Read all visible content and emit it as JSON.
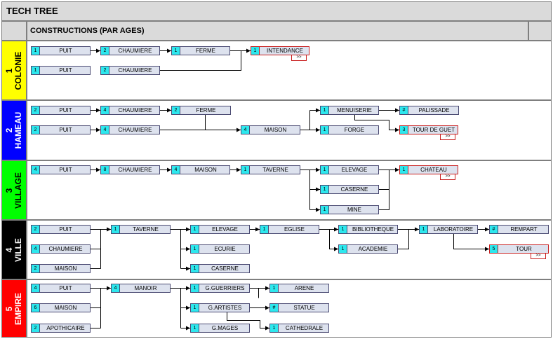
{
  "title": "TECH TREE",
  "subtitle": "CONSTRUCTIONS (PAR AGES)",
  "more_label": ">>",
  "colors": {
    "yellow": "#ffff00",
    "blue": "#0000ff",
    "green": "#00ff00",
    "black": "#000000",
    "red": "#ff0000"
  },
  "ages": [
    {
      "num": "1",
      "name": "COLONIE",
      "color": "#ffff00",
      "text_color": "#000000"
    },
    {
      "num": "2",
      "name": "HAMEAU",
      "color": "#0000ff",
      "text_color": "#ffffff"
    },
    {
      "num": "3",
      "name": "VILLAGE",
      "color": "#00ff00",
      "text_color": "#000000"
    },
    {
      "num": "4",
      "name": "VILLE",
      "color": "#000000",
      "text_color": "#ffffff"
    },
    {
      "num": "5",
      "name": "EMPIRE",
      "color": "#ff0000",
      "text_color": "#ffffff"
    }
  ],
  "nodes": {
    "n1a": {
      "count": "1",
      "label": "PUIT"
    },
    "n1b": {
      "count": "2",
      "label": "CHAUMIERE"
    },
    "n1c": {
      "count": "1",
      "label": "FERME"
    },
    "n1d": {
      "count": "1",
      "label": "INTENDANCE"
    },
    "n1e": {
      "count": "1",
      "label": "PUIT"
    },
    "n1f": {
      "count": "2",
      "label": "CHAUMIERE"
    },
    "n2a": {
      "count": "2",
      "label": "PUIT"
    },
    "n2b": {
      "count": "4",
      "label": "CHAUMIERE"
    },
    "n2c": {
      "count": "2",
      "label": "FERME"
    },
    "n2d": {
      "count": "1",
      "label": "MENUISERIE"
    },
    "n2e": {
      "count": "#",
      "label": "PALISSADE"
    },
    "n2f": {
      "count": "2",
      "label": "PUIT"
    },
    "n2g": {
      "count": "4",
      "label": "CHAUMIERE"
    },
    "n2h": {
      "count": "4",
      "label": "MAISON"
    },
    "n2i": {
      "count": "1",
      "label": "FORGE"
    },
    "n2j": {
      "count": "3",
      "label": "TOUR DE GUET"
    },
    "n3a": {
      "count": "4",
      "label": "PUIT"
    },
    "n3b": {
      "count": "8",
      "label": "CHAUMIERE"
    },
    "n3c": {
      "count": "4",
      "label": "MAISON"
    },
    "n3d": {
      "count": "1",
      "label": "TAVERNE"
    },
    "n3e": {
      "count": "1",
      "label": "ELEVAGE"
    },
    "n3f": {
      "count": "1",
      "label": "CHATEAU"
    },
    "n3g": {
      "count": "1",
      "label": "CASERNE"
    },
    "n3h": {
      "count": "1",
      "label": "MINE"
    },
    "n4a": {
      "count": "2",
      "label": "PUIT"
    },
    "n4b": {
      "count": "1",
      "label": "TAVERNE"
    },
    "n4c": {
      "count": "1",
      "label": "ELEVAGE"
    },
    "n4d": {
      "count": "1",
      "label": "EGLISE"
    },
    "n4e": {
      "count": "1",
      "label": "BIBLIOTHEQUE"
    },
    "n4f": {
      "count": "1",
      "label": "LABORATOIRE"
    },
    "n4g": {
      "count": "#",
      "label": "REMPART"
    },
    "n4h": {
      "count": "4",
      "label": "CHAUMIERE"
    },
    "n4i": {
      "count": "1",
      "label": "ECURIE"
    },
    "n4j": {
      "count": "1",
      "label": "ACADEMIE"
    },
    "n4k": {
      "count": "5",
      "label": "TOUR"
    },
    "n4l": {
      "count": "2",
      "label": "MAISON"
    },
    "n4m": {
      "count": "1",
      "label": "CASERNE"
    },
    "n5a": {
      "count": "4",
      "label": "PUIT"
    },
    "n5b": {
      "count": "4",
      "label": "MANOIR"
    },
    "n5c": {
      "count": "1",
      "label": "G.GUERRIERS"
    },
    "n5d": {
      "count": "1",
      "label": "ARENE"
    },
    "n5e": {
      "count": "6",
      "label": "MAISON"
    },
    "n5f": {
      "count": "1",
      "label": "G.ARTISTES"
    },
    "n5g": {
      "count": "#",
      "label": "STATUE"
    },
    "n5h": {
      "count": "2",
      "label": "APOTHICAIRE"
    },
    "n5i": {
      "count": "1",
      "label": "G.MAGES"
    },
    "n5j": {
      "count": "1",
      "label": "CATHEDRALE"
    }
  }
}
